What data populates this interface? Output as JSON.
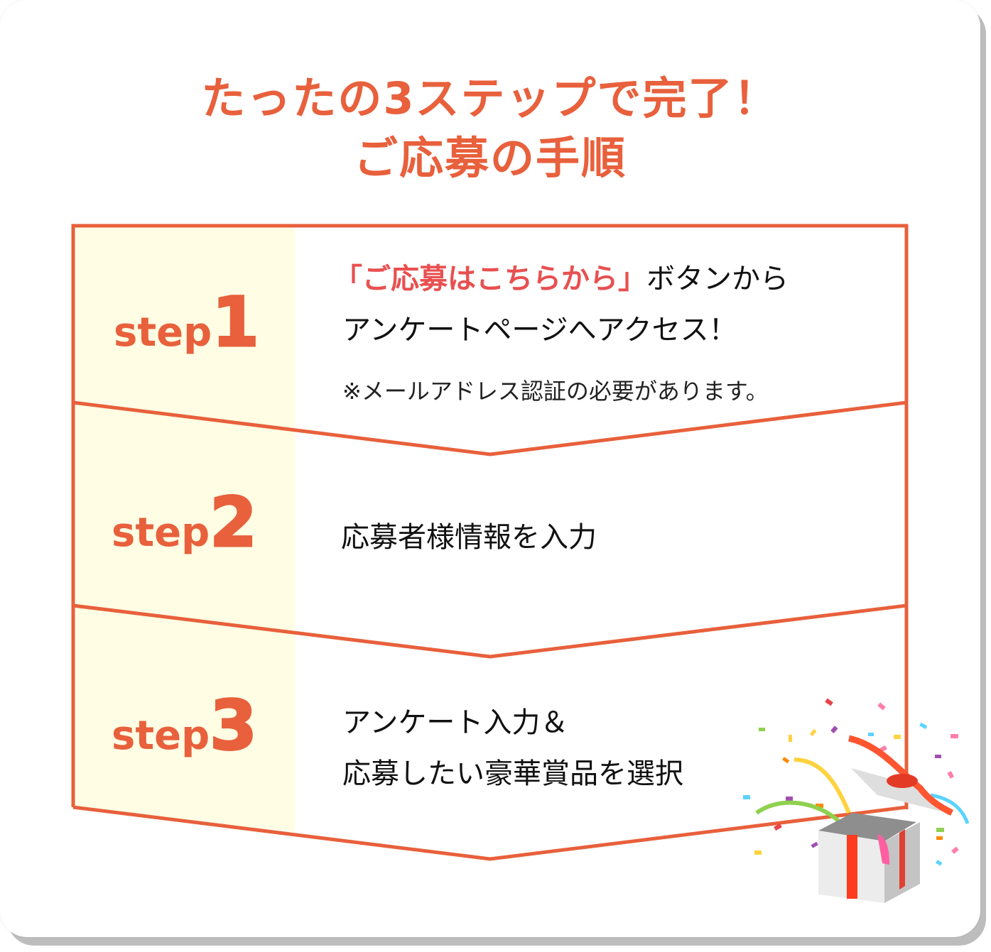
{
  "title": {
    "line1": "たったの3ステップで完了！",
    "line2": "ご応募の手順"
  },
  "colors": {
    "accent": "#E8603C",
    "highlight": "#E85050",
    "label_bg": "#FFFEE4"
  },
  "steps": [
    {
      "word": "step",
      "number": "1",
      "highlight": "「ご応募はこちらから」",
      "line1_rest": "ボタンから",
      "line2": "アンケートページへアクセス！",
      "note": "※メールアドレス認証の必要があります。"
    },
    {
      "word": "step",
      "number": "2",
      "line1": "応募者様情報を入力"
    },
    {
      "word": "step",
      "number": "3",
      "line1": "アンケート入力＆",
      "line2": "応募したい豪華賞品を選択"
    }
  ],
  "decoration": {
    "icon": "gift-box-confetti-icon"
  }
}
